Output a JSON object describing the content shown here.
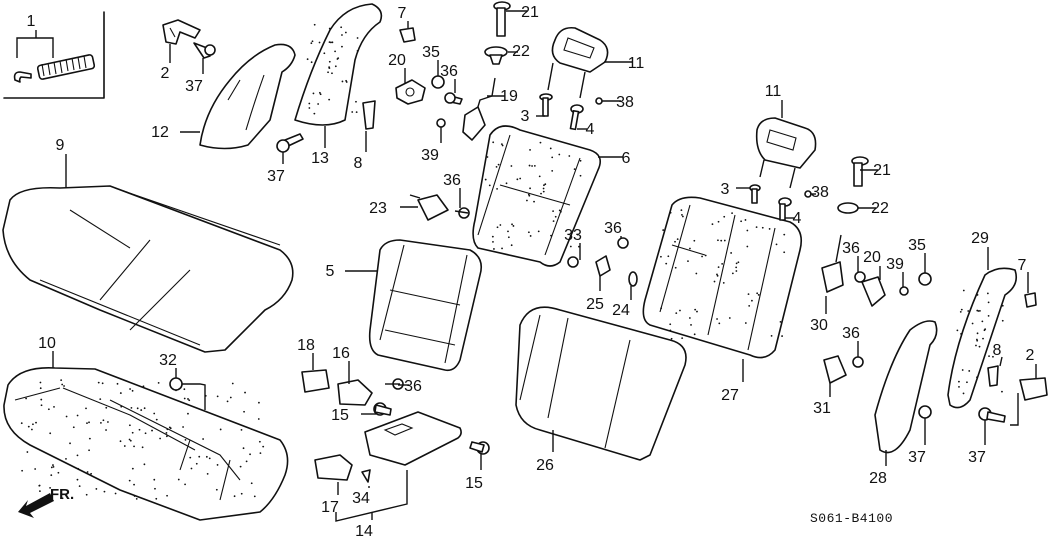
{
  "diagram": {
    "title": "Rear Seat Parts Diagram",
    "code": "S061-B4100",
    "front_indicator": "FR.",
    "colors": {
      "line": "#111111",
      "background": "#ffffff"
    },
    "callouts": [
      {
        "id": "c1",
        "label": "1"
      },
      {
        "id": "c2a",
        "label": "2"
      },
      {
        "id": "c2b",
        "label": "2"
      },
      {
        "id": "c3a",
        "label": "3"
      },
      {
        "id": "c3b",
        "label": "3"
      },
      {
        "id": "c4a",
        "label": "4"
      },
      {
        "id": "c4b",
        "label": "4"
      },
      {
        "id": "c5",
        "label": "5"
      },
      {
        "id": "c6",
        "label": "6"
      },
      {
        "id": "c7a",
        "label": "7"
      },
      {
        "id": "c7b",
        "label": "7"
      },
      {
        "id": "c8a",
        "label": "8"
      },
      {
        "id": "c8b",
        "label": "8"
      },
      {
        "id": "c9",
        "label": "9"
      },
      {
        "id": "c10",
        "label": "10"
      },
      {
        "id": "c11a",
        "label": "11"
      },
      {
        "id": "c11b",
        "label": "11"
      },
      {
        "id": "c12",
        "label": "12"
      },
      {
        "id": "c13",
        "label": "13"
      },
      {
        "id": "c14",
        "label": "14"
      },
      {
        "id": "c15a",
        "label": "15"
      },
      {
        "id": "c15b",
        "label": "15"
      },
      {
        "id": "c16",
        "label": "16"
      },
      {
        "id": "c17",
        "label": "17"
      },
      {
        "id": "c18",
        "label": "18"
      },
      {
        "id": "c19",
        "label": "19"
      },
      {
        "id": "c20a",
        "label": "20"
      },
      {
        "id": "c20b",
        "label": "20"
      },
      {
        "id": "c21a",
        "label": "21"
      },
      {
        "id": "c21b",
        "label": "21"
      },
      {
        "id": "c22a",
        "label": "22"
      },
      {
        "id": "c22b",
        "label": "22"
      },
      {
        "id": "c23",
        "label": "23"
      },
      {
        "id": "c24",
        "label": "24"
      },
      {
        "id": "c25",
        "label": "25"
      },
      {
        "id": "c26",
        "label": "26"
      },
      {
        "id": "c27",
        "label": "27"
      },
      {
        "id": "c28",
        "label": "28"
      },
      {
        "id": "c29",
        "label": "29"
      },
      {
        "id": "c30",
        "label": "30"
      },
      {
        "id": "c31",
        "label": "31"
      },
      {
        "id": "c32",
        "label": "32"
      },
      {
        "id": "c33",
        "label": "33"
      },
      {
        "id": "c34",
        "label": "34"
      },
      {
        "id": "c35a",
        "label": "35"
      },
      {
        "id": "c35b",
        "label": "35"
      },
      {
        "id": "c36a",
        "label": "36"
      },
      {
        "id": "c36b",
        "label": "36"
      },
      {
        "id": "c36c",
        "label": "36"
      },
      {
        "id": "c36d",
        "label": "36"
      },
      {
        "id": "c36e",
        "label": "36"
      },
      {
        "id": "c36f",
        "label": "36"
      },
      {
        "id": "c37a",
        "label": "37"
      },
      {
        "id": "c37b",
        "label": "37"
      },
      {
        "id": "c37c",
        "label": "37"
      },
      {
        "id": "c37d",
        "label": "37"
      },
      {
        "id": "c38a",
        "label": "38"
      },
      {
        "id": "c38b",
        "label": "38"
      },
      {
        "id": "c39a",
        "label": "39"
      },
      {
        "id": "c39b",
        "label": "39"
      }
    ]
  }
}
